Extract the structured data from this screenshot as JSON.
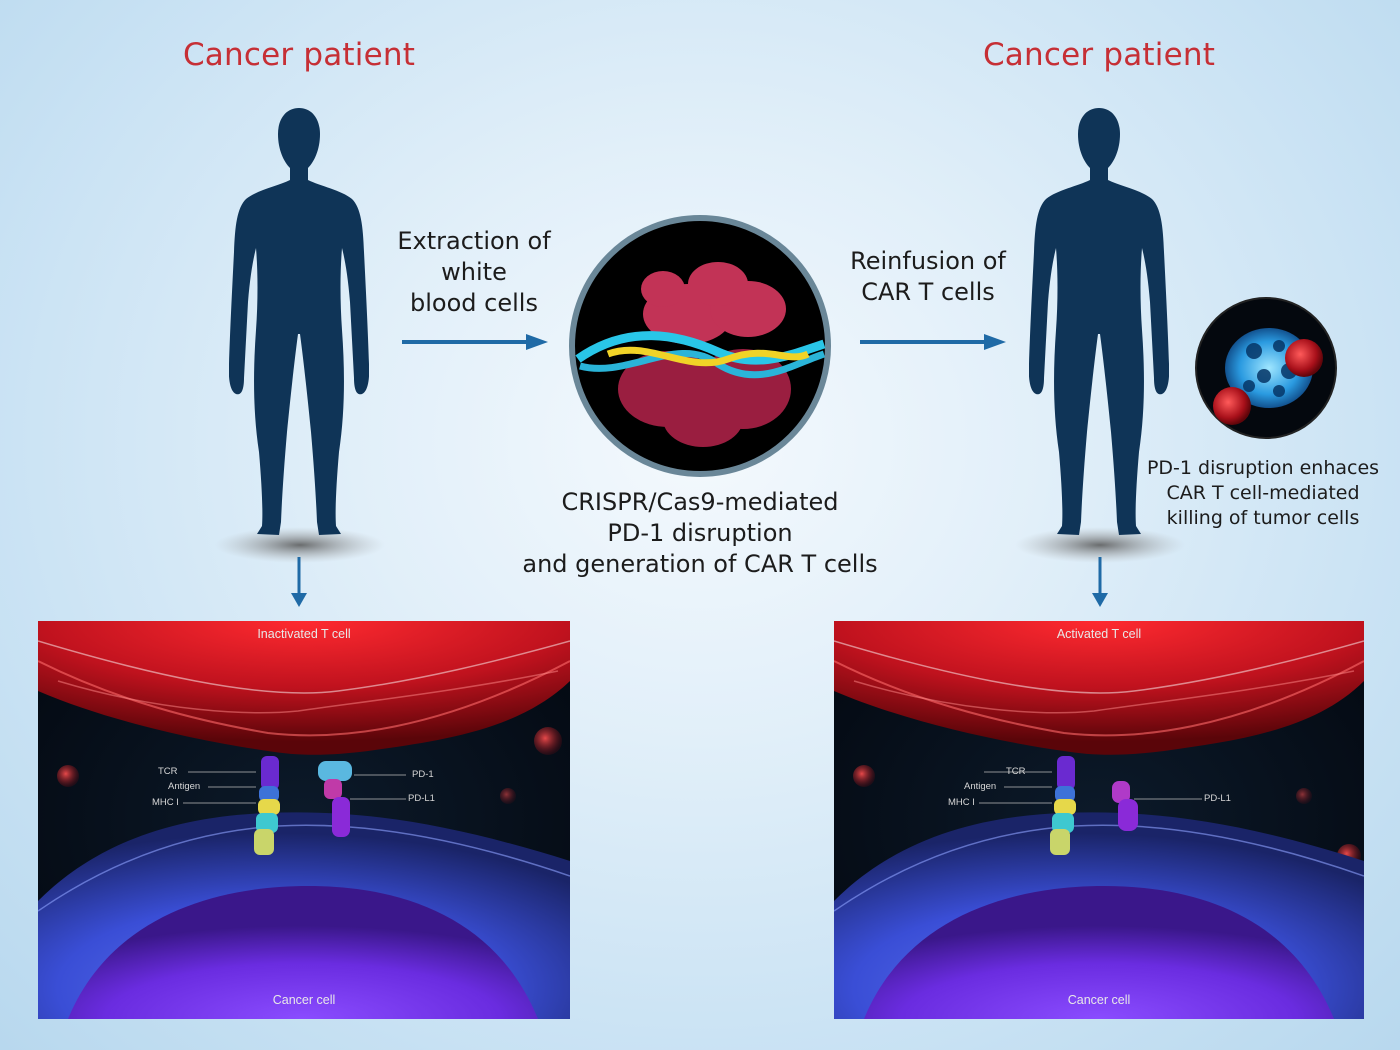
{
  "titles": {
    "left": "Cancer patient",
    "right": "Cancer patient"
  },
  "steps": {
    "extraction": [
      "Extraction of",
      "white",
      "blood cells"
    ],
    "crispr": [
      "CRISPR/Cas9-mediated",
      "PD-1 disruption",
      "and generation of CAR T cells"
    ],
    "reinfusion": [
      "Reinfusion of",
      "CAR T cells"
    ],
    "enhance": [
      "PD-1 disruption enhaces",
      "CAR T cell-mediated",
      "killing of tumor cells"
    ]
  },
  "panels": {
    "left": {
      "top_label": "Inactivated T cell",
      "bottom_label": "Cancer cell",
      "labels": {
        "tcr": "TCR",
        "antigen": "Antigen",
        "mhc": "MHC I",
        "pd1": "PD-1",
        "pdl1": "PD-L1"
      }
    },
    "right": {
      "top_label": "Activated T cell",
      "bottom_label": "Cancer cell",
      "labels": {
        "tcr": "TCR",
        "antigen": "Antigen",
        "mhc": "MHC I",
        "pdl1": "PD-L1"
      }
    }
  },
  "colors": {
    "title_red": "#c62f35",
    "silhouette": "#0f3457",
    "arrow_blue": "#1f6aa6",
    "tcell_red": "#c0121e",
    "cancer_blue": "#3a4ed6",
    "nucleus_purple": "#6a2ce0"
  }
}
